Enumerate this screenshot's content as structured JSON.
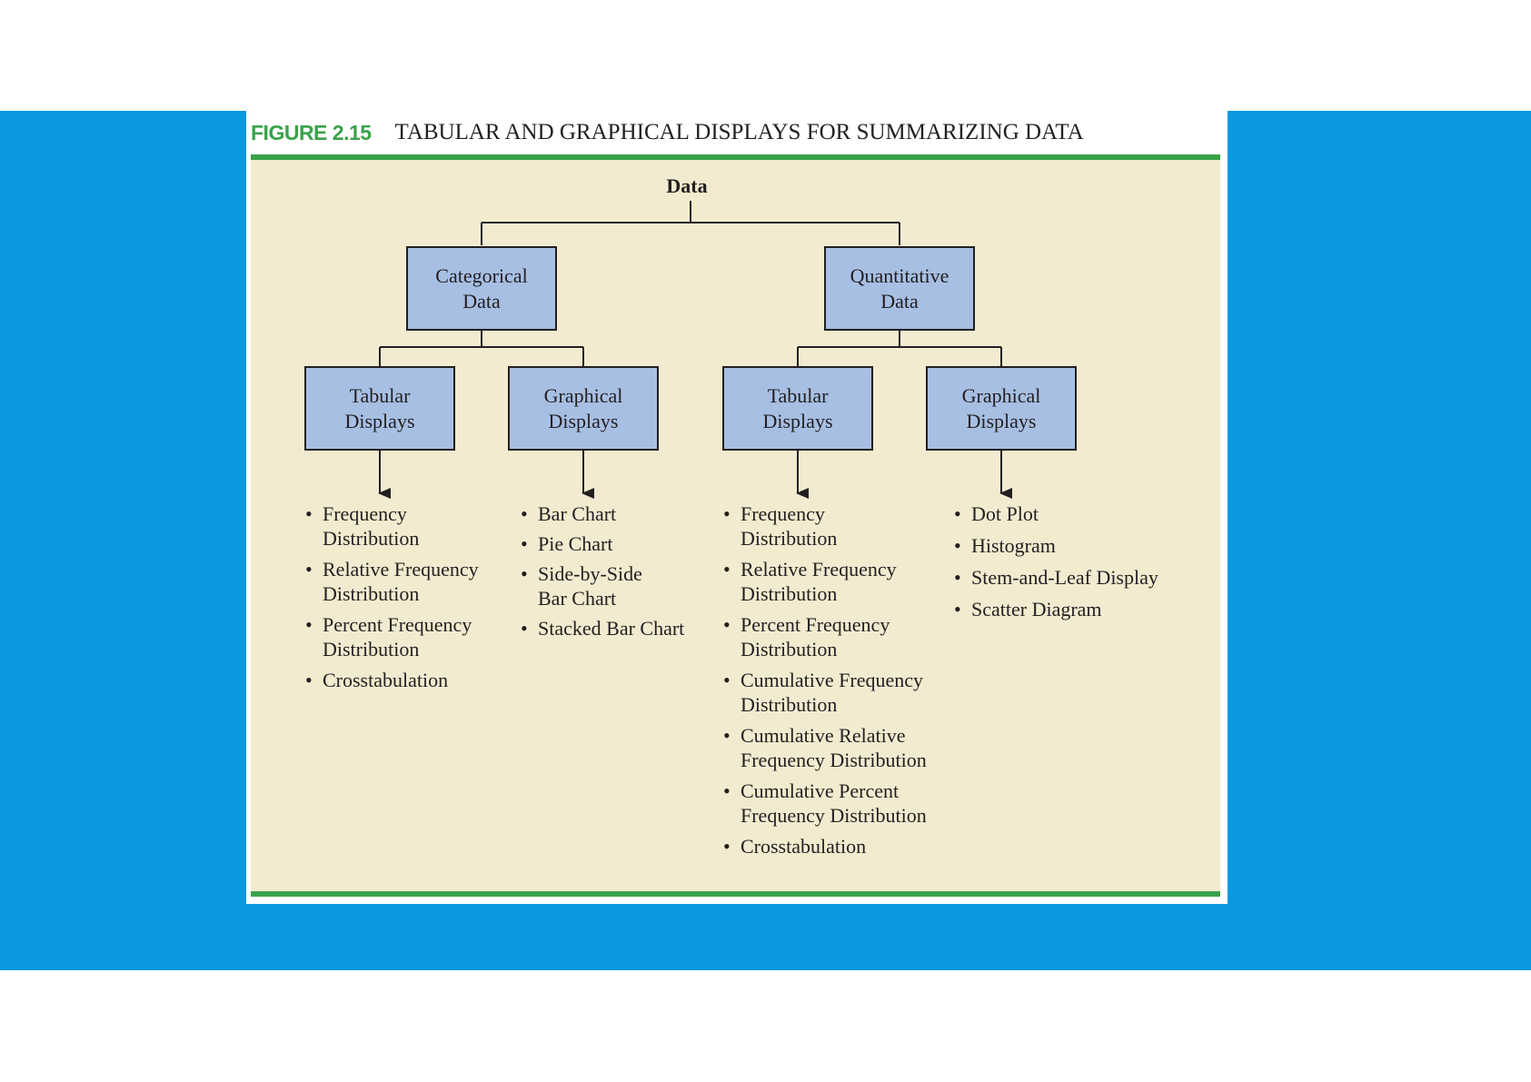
{
  "figure": {
    "label": "FIGURE 2.15",
    "title": "TABULAR AND GRAPHICAL DISPLAYS FOR SUMMARIZING DATA"
  },
  "diagram": {
    "root": "Data",
    "categorical": {
      "label_line1": "Categorical",
      "label_line2": "Data",
      "tabular": {
        "label_line1": "Tabular",
        "label_line2": "Displays",
        "items": [
          [
            "Frequency",
            "Distribution"
          ],
          [
            "Relative Frequency",
            "Distribution"
          ],
          [
            "Percent Frequency",
            "Distribution"
          ],
          [
            "Crosstabulation"
          ]
        ]
      },
      "graphical": {
        "label_line1": "Graphical",
        "label_line2": "Displays",
        "items": [
          [
            "Bar Chart"
          ],
          [
            "Pie Chart"
          ],
          [
            "Side-by-Side",
            "Bar Chart"
          ],
          [
            "Stacked Bar Chart"
          ]
        ]
      }
    },
    "quantitative": {
      "label_line1": "Quantitative",
      "label_line2": "Data",
      "tabular": {
        "label_line1": "Tabular",
        "label_line2": "Displays",
        "items": [
          [
            "Frequency",
            "Distribution"
          ],
          [
            "Relative Frequency",
            "Distribution"
          ],
          [
            "Percent Frequency",
            "Distribution"
          ],
          [
            "Cumulative Frequency",
            "Distribution"
          ],
          [
            "Cumulative Relative",
            "Frequency Distribution"
          ],
          [
            "Cumulative Percent",
            "Frequency Distribution"
          ],
          [
            "Crosstabulation"
          ]
        ]
      },
      "graphical": {
        "label_line1": "Graphical",
        "label_line2": "Displays",
        "items": [
          [
            "Dot Plot"
          ],
          [
            "Histogram"
          ],
          [
            "Stem-and-Leaf Display"
          ],
          [
            "Scatter Diagram"
          ]
        ]
      }
    }
  },
  "colors": {
    "background_band": "#0a98df",
    "panel": "#f2ebd0",
    "node_fill": "#a7bfe3",
    "accent_green": "#3aa24a",
    "ink": "#231f20"
  }
}
